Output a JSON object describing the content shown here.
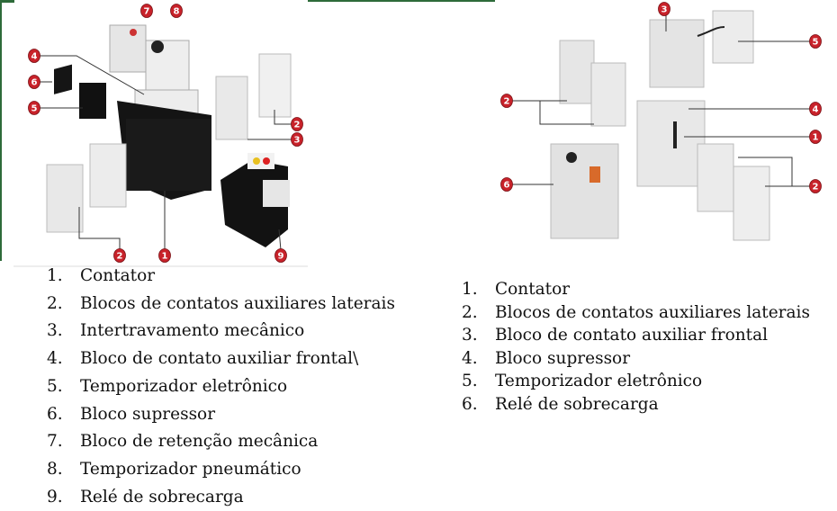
{
  "colors": {
    "callout": "#c8222a",
    "accent_bar": "#2e6b3a"
  },
  "left_figure": {
    "callouts": [
      "7",
      "8",
      "4",
      "6",
      "5",
      "2",
      "3",
      "2",
      "1",
      "9"
    ]
  },
  "right_figure": {
    "callouts": [
      "3",
      "5",
      "2",
      "4",
      "1",
      "6",
      "2"
    ]
  },
  "left_list": [
    {
      "num": "1.",
      "text": "Contator"
    },
    {
      "num": "2.",
      "text": "Blocos de contatos auxiliares laterais"
    },
    {
      "num": "3.",
      "text": "Intertravamento mecânico"
    },
    {
      "num": "4.",
      "text": "Bloco de contato auxiliar frontal\\"
    },
    {
      "num": "5.",
      "text": "Temporizador eletrônico"
    },
    {
      "num": "6.",
      "text": "Bloco supressor"
    },
    {
      "num": "7.",
      "text": "Bloco de retenção mecânica"
    },
    {
      "num": "8.",
      "text": "Temporizador pneumático"
    },
    {
      "num": "9.",
      "text": "Relé de sobrecarga"
    }
  ],
  "right_list": [
    {
      "num": "1.",
      "text": "Contator"
    },
    {
      "num": "2.",
      "text": "Blocos de contatos auxiliares laterais"
    },
    {
      "num": "3.",
      "text": "Bloco de contato auxiliar frontal"
    },
    {
      "num": "4.",
      "text": "Bloco supressor"
    },
    {
      "num": "5.",
      "text": "Temporizador eletrônico"
    },
    {
      "num": "6.",
      "text": "Relé de sobrecarga"
    }
  ]
}
